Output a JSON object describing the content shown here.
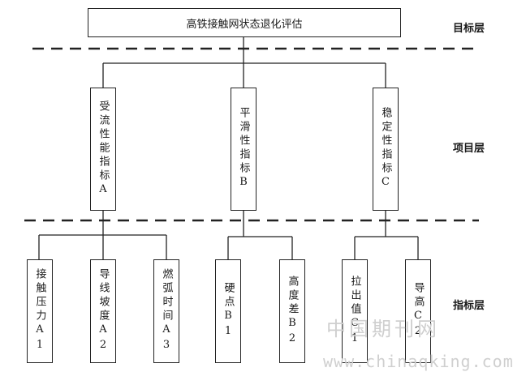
{
  "goal": {
    "label": "高铁接触网状态退化评估"
  },
  "layers": {
    "goal": "目标层",
    "project": "项目层",
    "indicator": "指标层"
  },
  "projects": [
    {
      "id": "A",
      "label": "受流性能指标A"
    },
    {
      "id": "B",
      "label": "平滑性指标B"
    },
    {
      "id": "C",
      "label": "稳定性指标C"
    }
  ],
  "indicators": [
    {
      "id": "A1",
      "label": "接触压力A1"
    },
    {
      "id": "A2",
      "label": "导线坡度A2"
    },
    {
      "id": "A3",
      "label": "燃弧时间A3"
    },
    {
      "id": "B1",
      "label": "硬点B1"
    },
    {
      "id": "B2",
      "label": "高度差B2"
    },
    {
      "id": "C1",
      "label": "拉出值C1"
    },
    {
      "id": "C2",
      "label": "导高C2"
    }
  ],
  "watermark": {
    "cn": "中国期刊网",
    "en": "www.chinaqking.com"
  }
}
